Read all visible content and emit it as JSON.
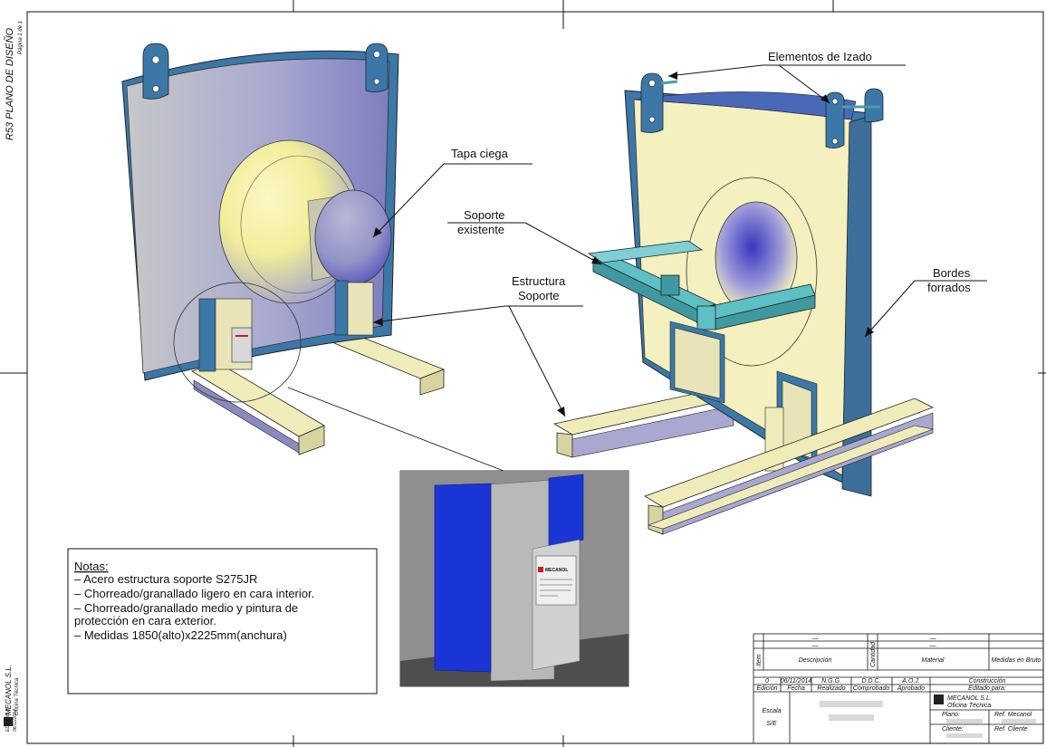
{
  "side_title": {
    "plan": "R53 PLANO DE DISEÑO",
    "page": "Página 1 de 1"
  },
  "side_company": {
    "name": "MECANOL S.L.",
    "dept": "Oficina Técnica",
    "edition": "EDICION 0",
    "date": "06/11/2014"
  },
  "callouts": {
    "izado": "Elementos de Izado",
    "tapa": "Tapa ciega",
    "soporte_line1": "Soporte",
    "soporte_line2": "existente",
    "estructura_line1": "Estructura",
    "estructura_line2": "Soporte",
    "bordes_line1": "Bordes",
    "bordes_line2": "forrados"
  },
  "notes": {
    "title": "Notas:",
    "lines": [
      "– Acero estructura soporte S275JR",
      "– Chorreado/granallado ligero en cara interior.",
      "– Chorreado/granallado medio y pintura de",
      "protección en cara exterior.",
      "– Medidas 1850(alto)x2225mm(anchura)"
    ]
  },
  "nameplate": {
    "brand": "MECANOL"
  },
  "title_block": {
    "dash1": "—",
    "dash2": "—",
    "dash3": "—",
    "dash4": "—",
    "item": "Item",
    "descripcion": "Descripción",
    "cantidad": "Cantidad",
    "material": "Material",
    "medidas": "Medidas en Bruto",
    "edicion_val": "0",
    "fecha_val": "06/11/2014",
    "realizado_val": "N.G.G.",
    "comprobado_val": "D.D.C.",
    "aprobado_val": "A.O.J.",
    "construccion": "Construcción",
    "edicion": "Edición",
    "fecha": "Fecha",
    "realizado": "Realizado",
    "comprobado": "Comprobado",
    "aprobado": "Aprobado",
    "editado_para": "Editado para:",
    "escala": "Escala",
    "escala_val": "S/E",
    "company": "MECANOL S.L.",
    "dept": "Oficina Técnica",
    "plano": "Plano:",
    "ref_mecanol": "Ref. Mecanol",
    "cliente": "Cliente:",
    "ref_cliente": "Ref. Cliente"
  },
  "colors": {
    "panel_blue": "#3b78a8",
    "face_cream": "#f4f0c0",
    "beam_teal": "#5cc0c4",
    "photo_blue": "#1a35d6"
  }
}
